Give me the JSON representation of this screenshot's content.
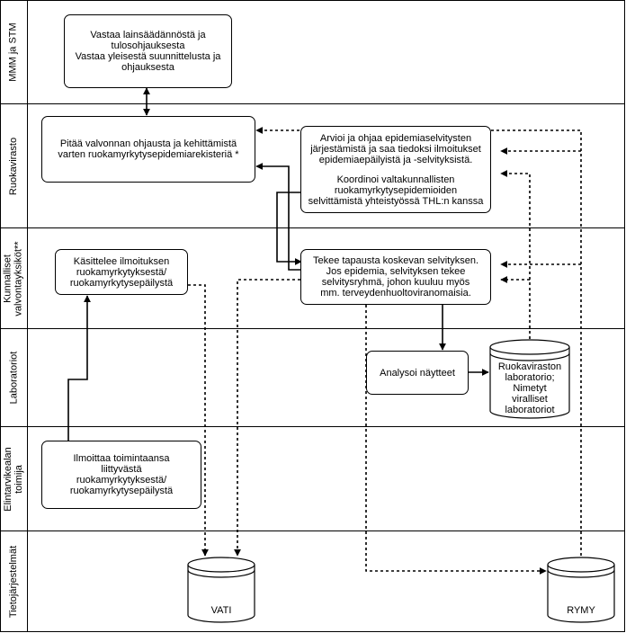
{
  "lanes": [
    {
      "id": "mmm",
      "label": "MMM ja STM"
    },
    {
      "id": "ruokavirasto",
      "label": "Ruokavirasto"
    },
    {
      "id": "kunnalliset",
      "label": "Kunnalliset\nvalvontayksiköt**"
    },
    {
      "id": "laboratoriot",
      "label": "Laboratoriot"
    },
    {
      "id": "elintarvike",
      "label": "Elintarvikealan\ntoimija"
    },
    {
      "id": "tietojarjestelmat",
      "label": "Tietojärjestelmät"
    }
  ],
  "boxes": {
    "mmm_box": [
      "Vastaa lainsäädännöstä ja",
      "tulosohjauksesta",
      "Vastaa yleisestä suunnittelusta ja",
      "ohjauksesta"
    ],
    "ruoka_left": [
      "Pitää valvonnan ohjausta ja kehittämistä",
      "varten ruokamyrkytysepidemiarekisteriä *"
    ],
    "ruoka_right": [
      "Arvioi ja ohjaa epidemiaselvitysten",
      "järjestämistä ja saa tiedoksi ilmoitukset",
      "epidemiaepäilyistä ja -selvityksistä.",
      "",
      "Koordinoi valtakunnallisten",
      "ruokamyrkytysepidemioiden",
      "selvittämistä yhteistyössä THL:n kanssa"
    ],
    "kunta_left": [
      "Käsittelee ilmoituksen",
      "ruokamyrkytyksestä/",
      "ruokamyrkytysepäilystä"
    ],
    "kunta_right": [
      "Tekee tapausta koskevan selvityksen.",
      "Jos epidemia, selvityksen tekee",
      "selvitysryhmä, johon kuuluu myös",
      "mm. terveydenhuoltoviranomaisia."
    ],
    "lab_box": [
      "Analysoi näytteet"
    ],
    "toimija_box": [
      "Ilmoittaa toimintaansa",
      "liittyvästä",
      "ruokamyrkytyksestä/",
      "ruokamyrkytysepäilystä"
    ]
  },
  "databases": {
    "lab_db": "Ruokaviraston\nlaboratorio;\nNimetyt\nviralliset\nlaboratoriot",
    "vati": "VATI",
    "rymy": "RYMY"
  }
}
